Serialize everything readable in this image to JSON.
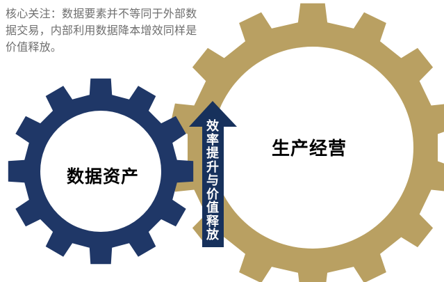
{
  "note": {
    "text": "核心关注：数据要素并不等同于外部数据交易，内部利用数据降本增效同样是价值释放。"
  },
  "labels": {
    "left_gear": "数据资产",
    "right_gear": "生产经营",
    "arrow": "效率提升与价值释放"
  },
  "colors": {
    "left_gear": "#1f3767",
    "right_gear": "#b9a062",
    "arrow": "#17315c",
    "note_text": "#6f6f6f",
    "background": "#ffffff"
  }
}
